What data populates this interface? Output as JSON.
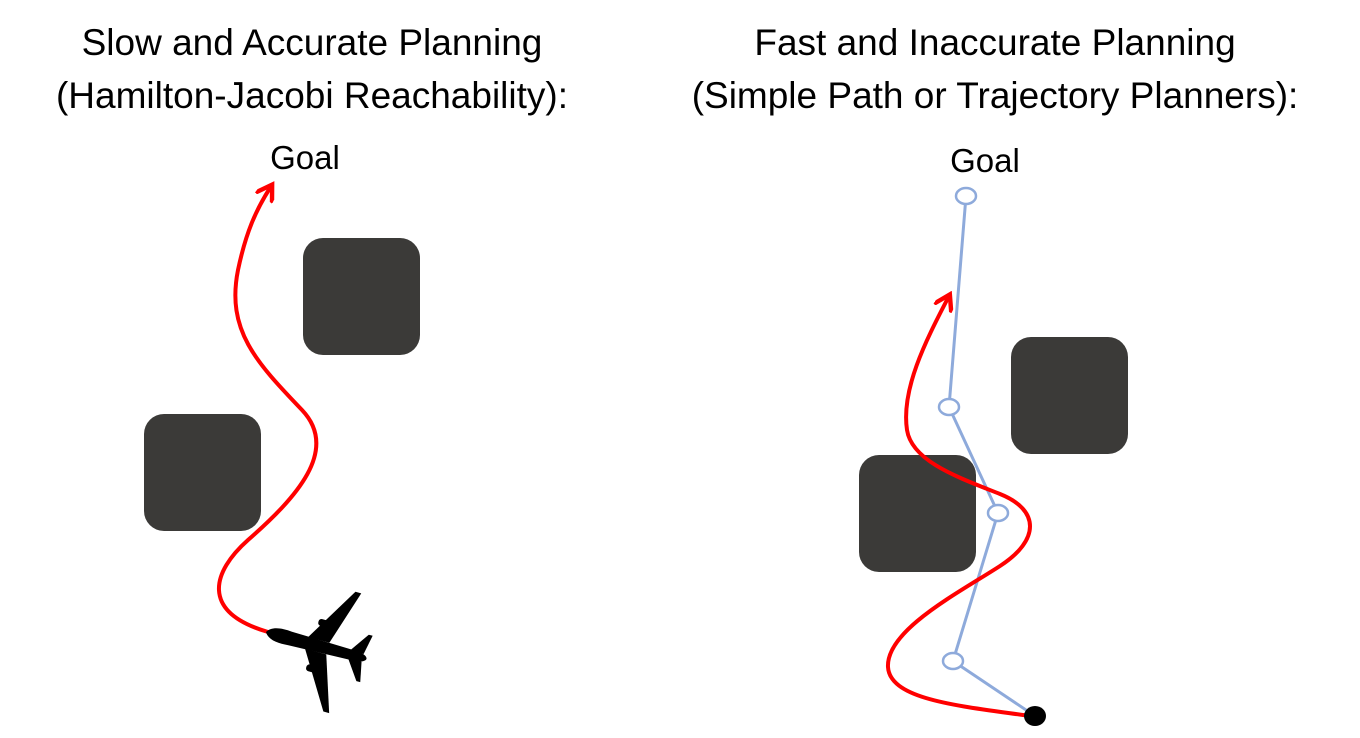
{
  "left_panel": {
    "title_line1": "Slow and Accurate Planning",
    "title_line2": "(Hamilton-Jacobi Reachability):",
    "goal_label": "Goal",
    "vehicle_icon": "airplane-icon"
  },
  "right_panel": {
    "title_line1": "Fast and Inaccurate Planning",
    "title_line2": "(Simple Path or Trajectory Planners):",
    "goal_label": "Goal"
  },
  "colors": {
    "obstacle": "#3b3a38",
    "trajectory": "#ff0000",
    "planned_path": "#8eaadb",
    "vehicle": "#000000"
  }
}
